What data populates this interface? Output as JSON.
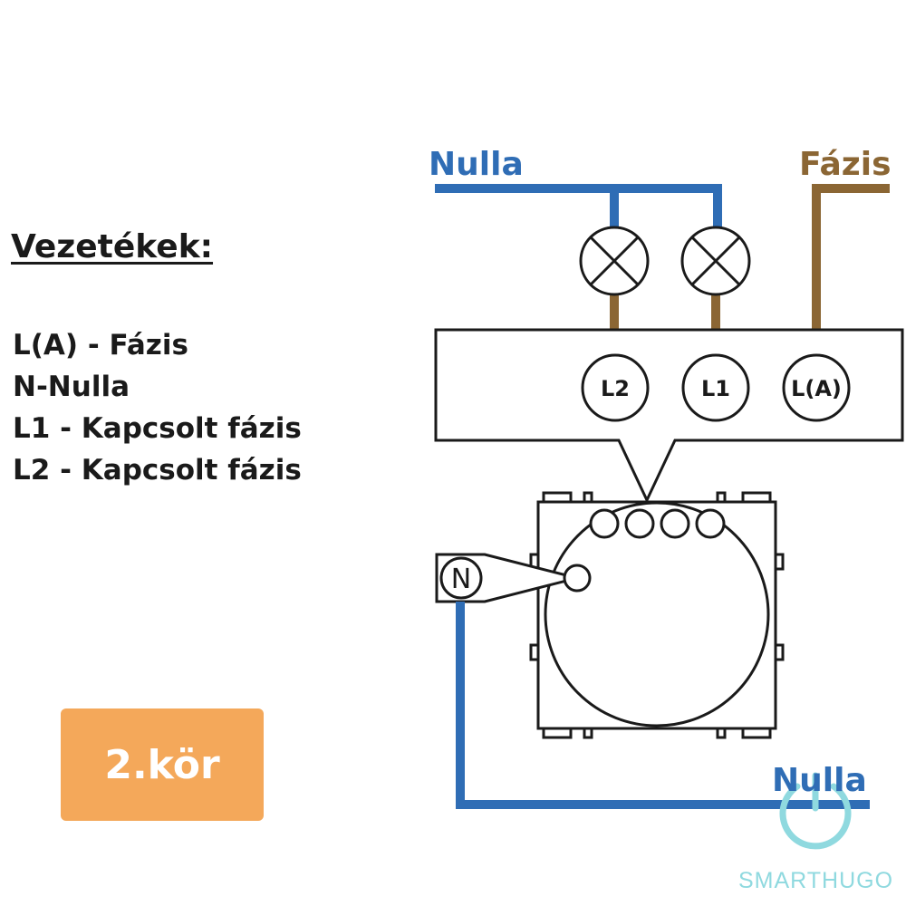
{
  "legend": {
    "title": "Vezetékek:",
    "items": [
      "L(A) - Fázis",
      "N-Nulla",
      "L1 - Kapcsolt fázis",
      "L2 - Kapcsolt fázis"
    ]
  },
  "badge": {
    "label": "2.kör",
    "color": "#f4a85a"
  },
  "wires": {
    "neutral_top_label": "Nulla",
    "phase_label": "Fázis",
    "neutral_bottom_label": "Nulla",
    "neutral_color": "#2f6db5",
    "phase_color": "#8b6634"
  },
  "terminals": {
    "l2": "L2",
    "l1": "L1",
    "la": "L(A)",
    "n": "N"
  },
  "brand": {
    "name": "SMARTHUGO",
    "color": "#8fd9df"
  }
}
